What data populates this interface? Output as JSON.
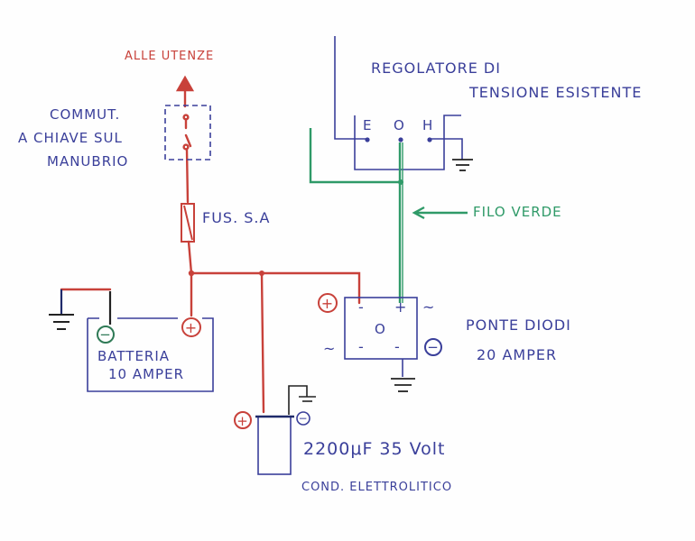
{
  "colors": {
    "wire_red": "#c8413a",
    "wire_green": "#2f9a68",
    "ink_blue": "#3a3f9a",
    "paper": "#fefefe"
  },
  "labels": {
    "alle_utenze": "ALLE UTENZE",
    "commut_line1": "COMMUT.",
    "commut_line2": "A CHIAVE SUL",
    "commut_line3": "MANUBRIO",
    "fusibile": "FUS. S.A",
    "regolatore_line1": "REGOLATORE DI",
    "regolatore_line2": "TENSIONE ESISTENTE",
    "reg_e": "E",
    "reg_o": "O",
    "reg_h": "H",
    "filo_verde": "FILO VERDE",
    "ponte_line1": "PONTE DIODI",
    "ponte_line2": "20 AMPER",
    "ponte_center": "O",
    "batteria_line1": "BATTERIA",
    "batteria_line2": "10 AMPER",
    "cond_value": "2200μF 35 Volt",
    "cond_type": "COND. ELETTROLITICO"
  },
  "symbols": {
    "plus": "+",
    "minus": "−",
    "minus_short": "-",
    "ac": "~"
  }
}
